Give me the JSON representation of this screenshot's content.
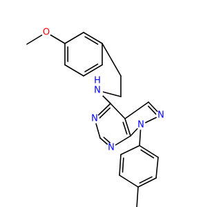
{
  "structure": {
    "atoms": {
      "o_methoxy": {
        "symbol": "O",
        "color": "#ff0000"
      },
      "nh": {
        "symbol": "N",
        "h": "H",
        "color": "#0000ff"
      },
      "n_pyr_top": {
        "symbol": "N",
        "color": "#0000ff"
      },
      "n_pyr_bot": {
        "symbol": "N",
        "color": "#0000ff"
      },
      "n_pz_top": {
        "symbol": "N",
        "color": "#0000ff"
      },
      "n_pz_n1": {
        "symbol": "N",
        "color": "#0000ff"
      }
    },
    "bond_color": "#000000"
  }
}
